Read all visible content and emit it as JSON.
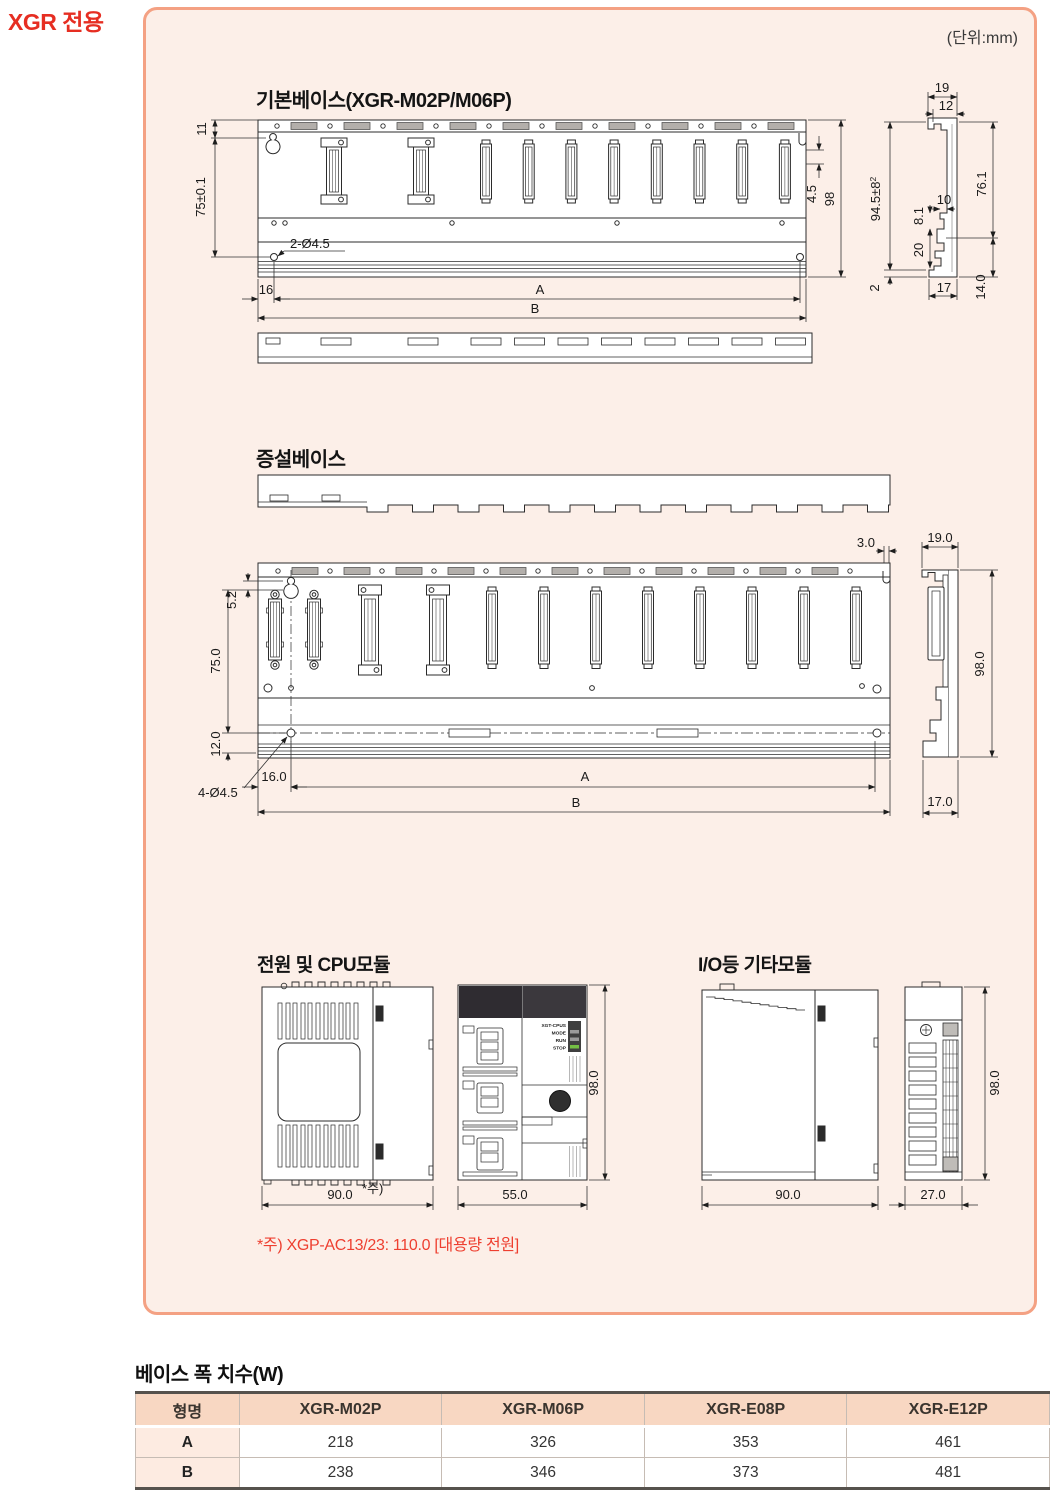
{
  "header": {
    "tag": "XGR 전용",
    "unit": "(단위:mm)"
  },
  "d1": {
    "title": "기본베이스(XGR-M02P/M06P)",
    "front": {
      "h_top": "11",
      "h_left": "75±0.1",
      "holes": "2-Ø4.5",
      "left_off": "16",
      "A": "A",
      "B": "B",
      "notch": "4.5",
      "h_right": "98"
    },
    "profile": {
      "w_top": "19",
      "w_top2": "12",
      "h_left": "94.5±8",
      "h_left_sup": "2",
      "step_w": "10",
      "step_h": "8.1",
      "step2_h": "20",
      "h_bottom": "2",
      "w_bottom": "17",
      "h_right": "76.1",
      "h_right2": "14.0"
    }
  },
  "d2": {
    "title": "증설베이스",
    "front": {
      "gap": "3.0",
      "key_off": "5.2",
      "h_left": "75.0",
      "h_left2": "12.0",
      "holes": "4-Ø4.5",
      "left_off": "16.0",
      "A": "A",
      "B": "B"
    },
    "profile": {
      "w_top": "19.0",
      "h_right": "98.0",
      "w_bottom": "17.0"
    }
  },
  "power": {
    "title": "전원 및 CPU모듈",
    "side_w": "90.0",
    "side_w_note": "*주)",
    "front_w": "55.0",
    "h": "98.0",
    "cpu_labels": [
      "XGT-CPUS",
      "MODE",
      "RUN",
      "STOP"
    ]
  },
  "io": {
    "title": "I/O등 기타모듈",
    "side_w": "90.0",
    "front_w": "27.0",
    "h": "98.0"
  },
  "footnote": "*주) XGP-AC13/23: 110.0 [대용량 전원]",
  "table": {
    "heading": "베이스 폭 치수(W)",
    "headers": [
      "형명",
      "XGR-M02P",
      "XGR-M06P",
      "XGR-E08P",
      "XGR-E12P"
    ],
    "rows": [
      {
        "label": "A",
        "values": [
          "218",
          "326",
          "353",
          "461"
        ]
      },
      {
        "label": "B",
        "values": [
          "238",
          "346",
          "373",
          "481"
        ]
      }
    ]
  },
  "colors": {
    "panel_bg": "#fcefe8",
    "panel_border": "#f4a183",
    "accent_red": "#e62e22",
    "footnote_red": "#ee3f30",
    "table_header_bg": "#f8d7c2",
    "table_rowlabel_bg": "#fdebe1",
    "led_green": "#74bf44",
    "drawing_line": "#2b2b2b"
  }
}
